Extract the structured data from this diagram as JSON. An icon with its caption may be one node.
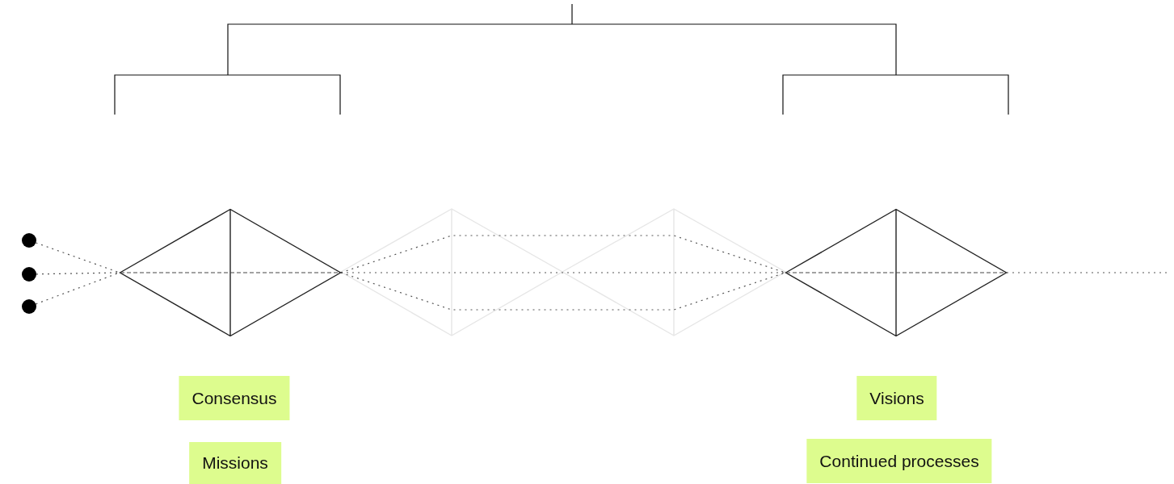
{
  "diagram": {
    "nodes": [
      {
        "text": [],
        "shape": "circle"
      },
      {
        "text": [],
        "shape": "circle"
      },
      {
        "text": [],
        "shape": "circle"
      },
      {
        "text": [],
        "shape": "diamond"
      },
      {
        "text": [],
        "shape": "diamond"
      },
      {
        "text": [
          "Consensus"
        ]
      },
      {
        "text": [
          "Visions"
        ]
      },
      {
        "text": [
          "Missions"
        ]
      },
      {
        "text": [
          "Continued processes"
        ]
      }
    ],
    "edges": [
      {
        "from": 0,
        "to": 3,
        "arrow": "none",
        "style": "dashed"
      },
      {
        "from": 1,
        "to": 3,
        "arrow": "none",
        "style": "dashed"
      },
      {
        "from": 2,
        "to": 3,
        "arrow": "none",
        "style": "dashed"
      },
      {
        "from": 3,
        "to": 4,
        "arrow": "none",
        "style": "dashed"
      },
      {
        "from": 3,
        "to": 4,
        "arrow": "none",
        "style": "dashed"
      },
      {
        "from": 3,
        "to": 4,
        "arrow": "none",
        "style": "dashed"
      },
      {
        "from": 4,
        "to": null,
        "arrow": "none",
        "style": "dashed"
      }
    ]
  }
}
